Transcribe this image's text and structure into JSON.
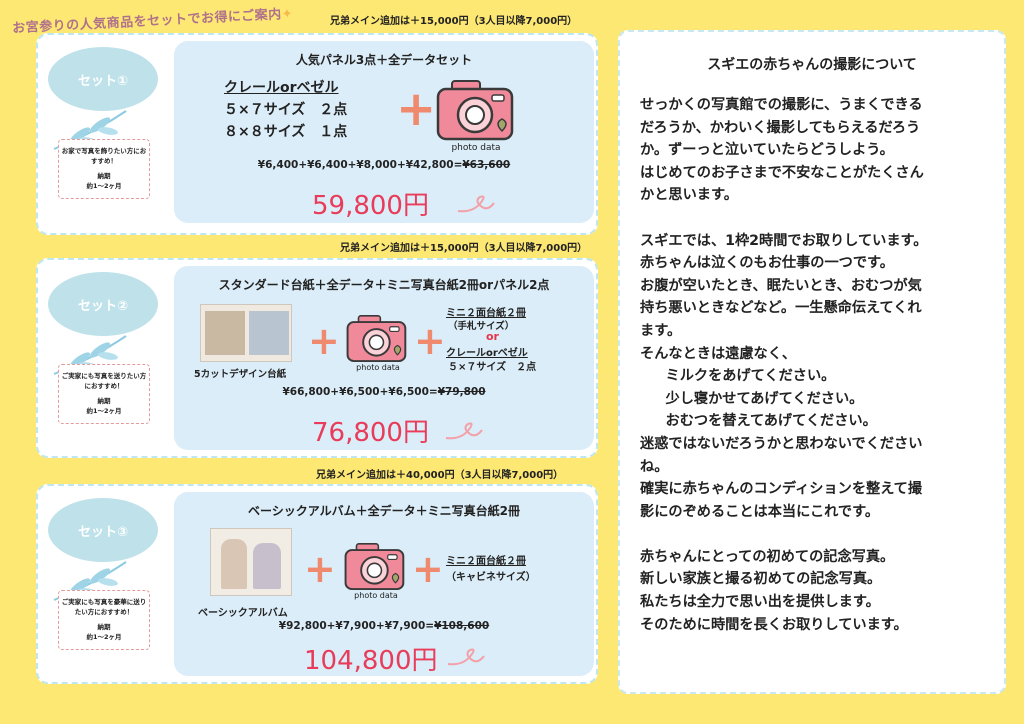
{
  "banner": "お宮参りの人気商品をセットでお得にご案内",
  "sets": [
    {
      "note": "兄弟メイン追加は＋15,000円（3人目以降7,000円）",
      "label": "セット①",
      "recommend": "お家で写真を飾りたい方におすすめ！",
      "delivery_label": "納期",
      "delivery": "約1～2ヶ月",
      "title": "人気パネル3点＋全データセット",
      "item_head": "クレールorベゼル",
      "item_line1": "５×７サイズ　２点",
      "item_line2": "８×８サイズ　１点",
      "camera_caption": "photo data",
      "formula": "¥6,400+¥6,400+¥8,000+¥42,800=",
      "formula_old": "¥63,600",
      "price": "59,800円"
    },
    {
      "note": "兄弟メイン追加は＋15,000円（3人目以降7,000円）",
      "label": "セット②",
      "recommend": "ご実家にも写真を送りたい方におすすめ！",
      "delivery_label": "納期",
      "delivery": "約1～2ヶ月",
      "title": "スタンダード台紙＋全データ＋ミニ写真台紙2冊orパネル2点",
      "album_caption": "5カットデザイン台紙",
      "camera_caption": "photo data",
      "opt_a_line1": "ミニ２面台紙２冊",
      "opt_a_line2": "（手札サイズ）",
      "or": "or",
      "opt_b_line1": "クレールorベゼル",
      "opt_b_line2": "５×７サイズ　２点",
      "formula": "¥66,800+¥6,500+¥6,500=",
      "formula_old": "¥79,800",
      "price": "76,800円"
    },
    {
      "note": "兄弟メイン追加は＋40,000円（3人目以降7,000円）",
      "label": "セット③",
      "recommend": "ご実家にも写真を豪華に送りたい方におすすめ！",
      "delivery_label": "納期",
      "delivery": "約1～2ヶ月",
      "title": "ベーシックアルバム＋全データ＋ミニ写真台紙2冊",
      "album_caption": "ベーシックアルバム",
      "camera_caption": "photo data",
      "opt_a_line1": "ミニ２面台紙２冊",
      "opt_a_line2": "（キャビネサイズ）",
      "formula": "¥92,800+¥7,900+¥7,900=",
      "formula_old": "¥108,600",
      "price": "104,800円"
    }
  ],
  "plus_sign": "+",
  "side": {
    "title": "スギエの赤ちゃんの撮影について",
    "lines": [
      "せっかくの写真館での撮影に、うまくできる",
      "だろうか、かわいく撮影してもらえるだろう",
      "か。ずーっと泣いていたらどうしよう。",
      "はじめてのお子さまで不安なことがたくさん",
      "かと思います。",
      "",
      "スギエでは、1枠2時間でお取りしています。",
      "赤ちゃんは泣くのもお仕事の一つです。",
      "お腹が空いたとき、眠たいとき、おむつが気",
      "持ち悪いときなどなど。一生懸命伝えてくれ",
      "ます。",
      "そんなときは遠慮なく、",
      "ミルクをあげてください。",
      "少し寝かせてあげてください。",
      "おむつを替えてあげてください。",
      "迷惑ではないだろうかと思わないでください",
      "ね。",
      "確実に赤ちゃんのコンディションを整えて撮",
      "影にのぞめることは本当にこれです。",
      "",
      "赤ちゃんにとっての初めての記念写真。",
      "新しい家族と撮る初めての記念写真。",
      "私たちは全力で思い出を提供します。",
      "そのために時間を長くお取りしています。"
    ]
  },
  "colors": {
    "background": "#fde874",
    "panel": "#dbedf8",
    "price": "#e83c5a",
    "plus": "#ef8a6f",
    "camera": "#f08a9a"
  }
}
